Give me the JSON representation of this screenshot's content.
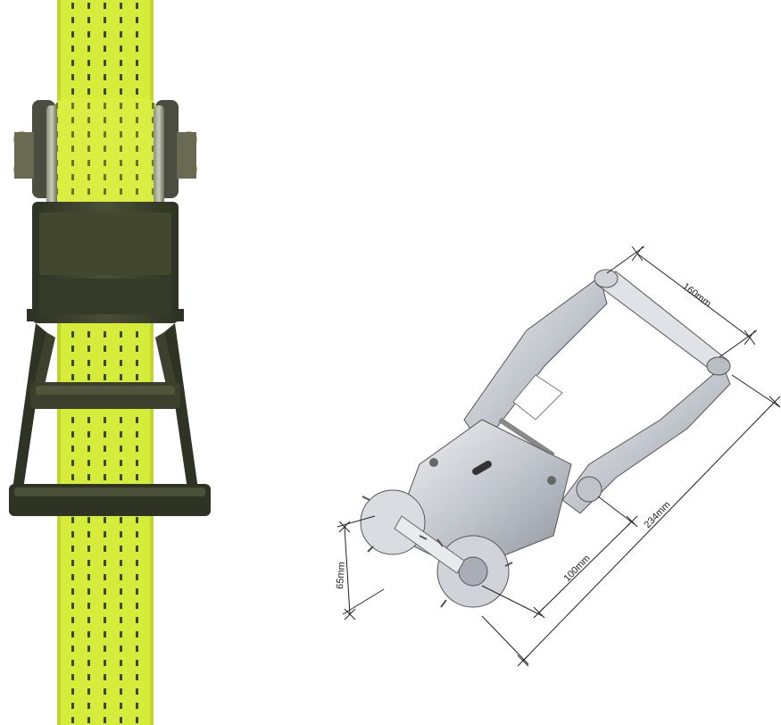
{
  "figure": {
    "left_panel": "ratchet-photo",
    "right_panel": "ratchet-technical-drawing",
    "colors": {
      "webbing": "#d6ec3a",
      "webbing_stitch": "#3a4a12",
      "ratchet_body": "#3b3f2c",
      "drawing_metal": "#c9ccd2",
      "dimension_line": "#222222"
    }
  },
  "dimensions": {
    "handle_width": "160mm",
    "overall_length": "234mm",
    "body_length": "100mm",
    "spool_width": "65mm"
  }
}
